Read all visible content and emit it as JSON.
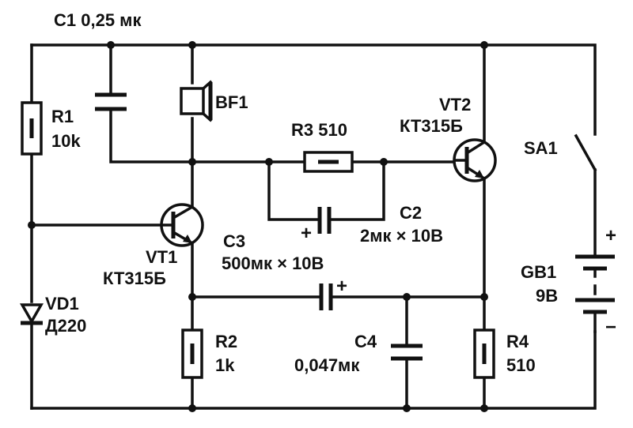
{
  "components": {
    "c1": {
      "label": "C1 0,25 мк"
    },
    "r1": {
      "name": "R1",
      "value": "10k"
    },
    "bf1": {
      "name": "BF1"
    },
    "r3": {
      "label": "R3 510"
    },
    "vt2": {
      "name": "VT2",
      "type": "КТ315Б"
    },
    "sa1": {
      "name": "SA1"
    },
    "c2": {
      "name": "C2",
      "value": "2мк × 10В"
    },
    "vt1": {
      "name": "VT1",
      "type": "КТ315Б"
    },
    "c3": {
      "name": "C3",
      "value": "500мк × 10В"
    },
    "gb1": {
      "name": "GB1",
      "value": "9В"
    },
    "vd1": {
      "name": "VD1",
      "type": "Д220"
    },
    "r2": {
      "name": "R2",
      "value": "1k"
    },
    "c4": {
      "name": "C4",
      "value": "0,047мк"
    },
    "r4": {
      "name": "R4",
      "value": "510"
    }
  },
  "signs": {
    "plus": "+",
    "minus": "−"
  }
}
